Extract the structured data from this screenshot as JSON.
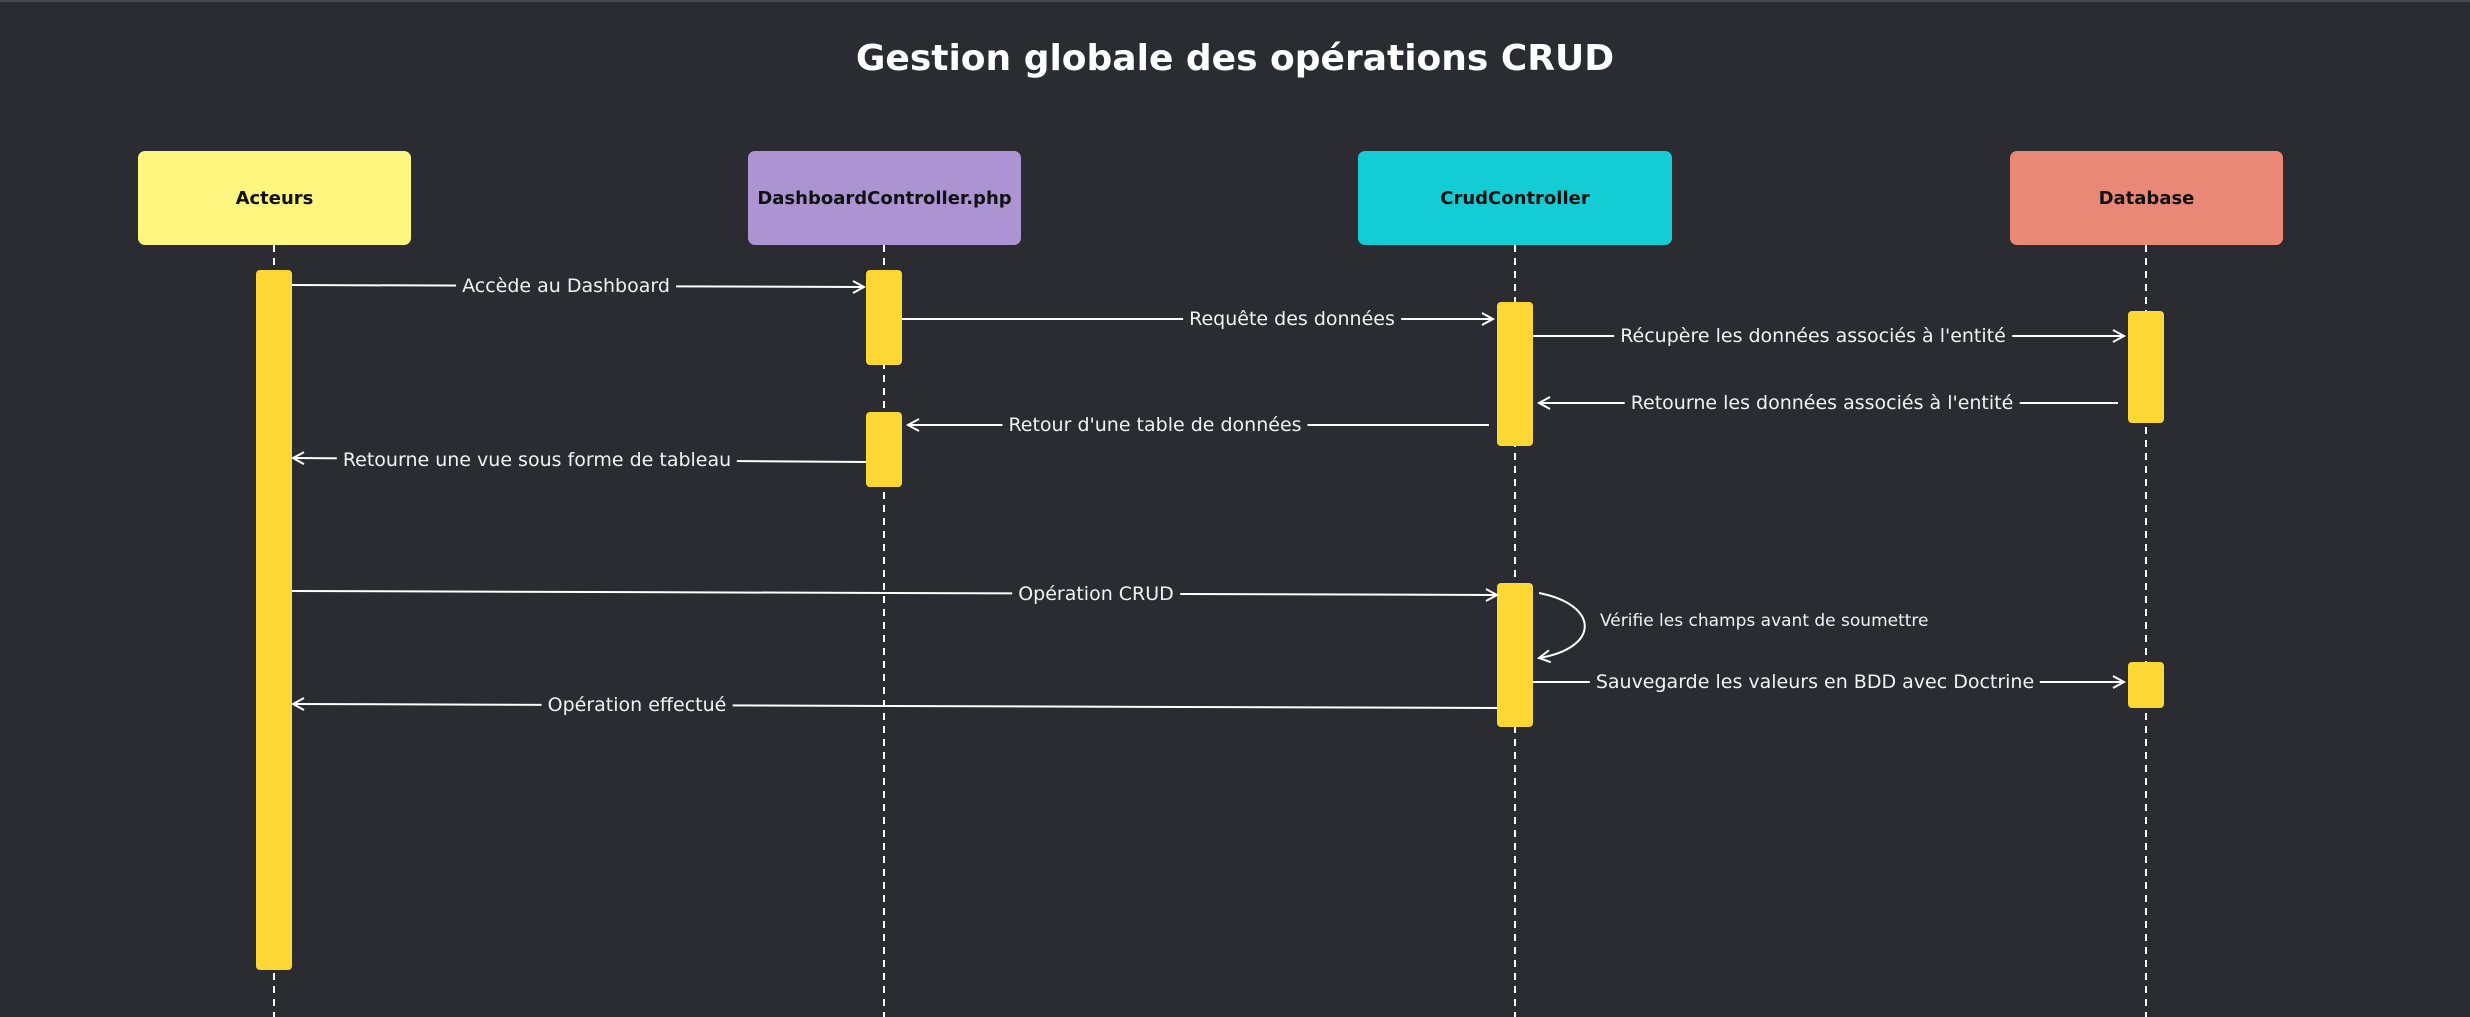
{
  "title": "Gestion globale des opérations CRUD",
  "participants": [
    {
      "label": "Acteurs",
      "color": "#fef67e"
    },
    {
      "label": "DashboardController.php",
      "color": "#ac93d1"
    },
    {
      "label": "CrudController",
      "color": "#14cdd4"
    },
    {
      "label": "Database",
      "color": "#ea8877"
    }
  ],
  "messages": [
    {
      "label": "Accède au Dashboard",
      "from": "Acteurs",
      "to": "DashboardController.php"
    },
    {
      "label": "Requête des données",
      "from": "DashboardController.php",
      "to": "CrudController"
    },
    {
      "label": "Récupère les données associés à l'entité",
      "from": "CrudController",
      "to": "Database"
    },
    {
      "label": "Retourne les données associés à l'entité",
      "from": "Database",
      "to": "CrudController"
    },
    {
      "label": "Retour d'une table de données",
      "from": "CrudController",
      "to": "DashboardController.php"
    },
    {
      "label": "Retourne une vue sous forme de tableau",
      "from": "DashboardController.php",
      "to": "Acteurs"
    },
    {
      "label": "Opération CRUD",
      "from": "Acteurs",
      "to": "CrudController"
    },
    {
      "label": "Vérifie les champs avant de soumettre",
      "from": "CrudController",
      "to": "CrudController"
    },
    {
      "label": "Sauvegarde les valeurs en BDD avec Doctrine",
      "from": "CrudController",
      "to": "Database"
    },
    {
      "label": "Opération effectué",
      "from": "CrudController",
      "to": "Acteurs"
    }
  ],
  "colors": {
    "background": "#2b2c31",
    "activation": "#fdd835",
    "line": "#ffffff"
  }
}
